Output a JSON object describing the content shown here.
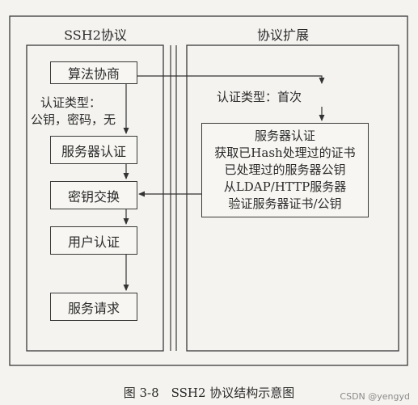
{
  "left_panel": {
    "title": "SSH2协议",
    "steps": [
      "算法协商",
      "服务器认证",
      "密钥交换",
      "用户认证",
      "服务请求"
    ],
    "auth_note_line1": "认证类型：",
    "auth_note_line2": "公钥，密码，无"
  },
  "right_panel": {
    "title": "协议扩展",
    "auth_note": "认证类型：首次",
    "server_auth_lines": [
      "服务器认证",
      "获取已Hash处理过的证书",
      "已处理过的服务器公钥",
      "从LDAP/HTTP服务器",
      "验证服务器证书/公钥"
    ]
  },
  "caption": "图 3-8　SSH2 协议结构示意图",
  "watermark": "CSDN @yengyd"
}
